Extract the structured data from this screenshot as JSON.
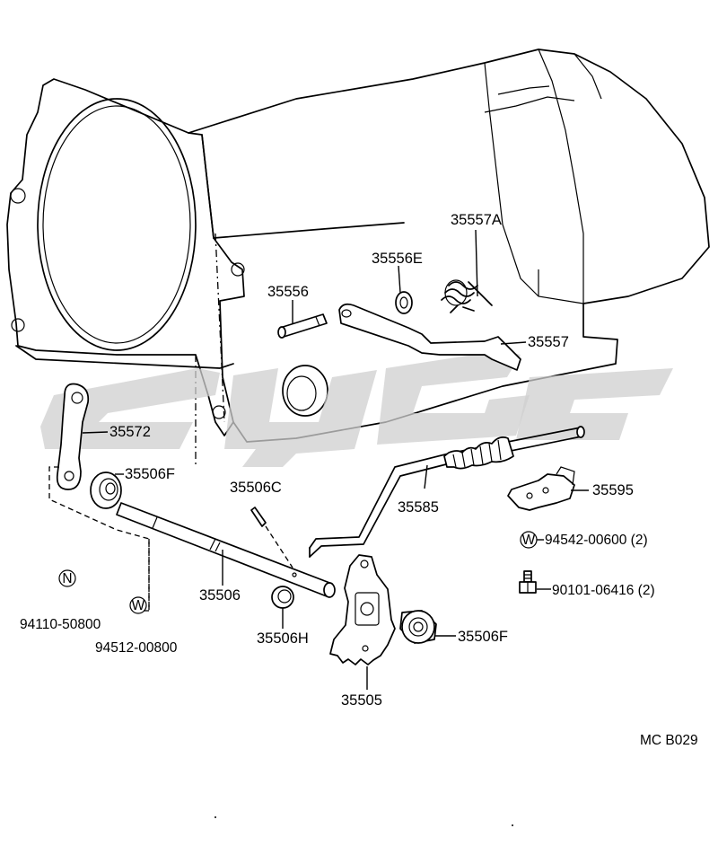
{
  "diagram": {
    "code": "MC B029",
    "labels": {
      "p35557A": "35557A",
      "p35556E": "35556E",
      "p35556": "35556",
      "p35557": "35557",
      "p35572": "35572",
      "p35506F_top": "35506F",
      "p35506C": "35506C",
      "p35585": "35585",
      "p35595": "35595",
      "p94542": "94542-00600 (2)",
      "p90101": "90101-06416 (2)",
      "p35506": "35506",
      "p94110": "94110-50800",
      "p94512": "94512-00800",
      "p35506H": "35506H",
      "p35506F_bottom": "35506F",
      "p35505": "35505"
    },
    "symbols": {
      "nut_mark": "N",
      "washer_mark": "W"
    }
  }
}
